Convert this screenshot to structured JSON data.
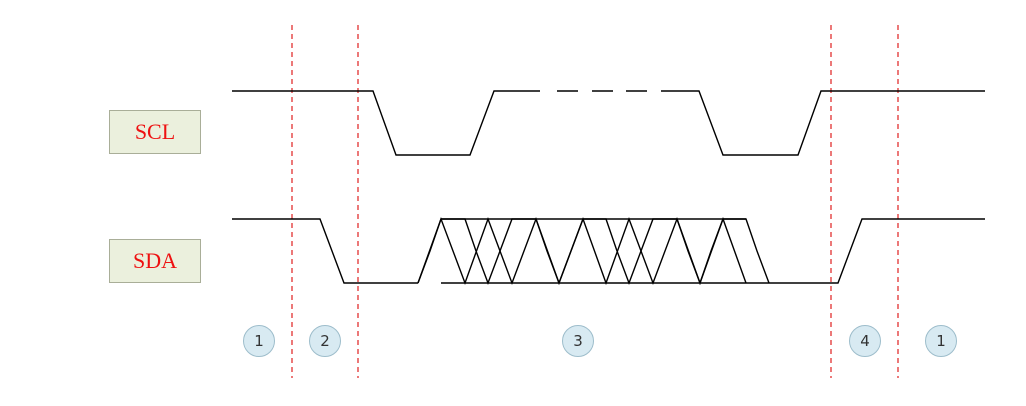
{
  "signals": {
    "scl_label": "SCL",
    "sda_label": "SDA"
  },
  "phases": [
    "1",
    "2",
    "3",
    "4",
    "1"
  ],
  "colors": {
    "waveform": "#000000",
    "divider": "#e02020",
    "label_text": "#ee1111",
    "label_fill": "#ebf0dd",
    "phase_fill": "#d8eaf2"
  }
}
